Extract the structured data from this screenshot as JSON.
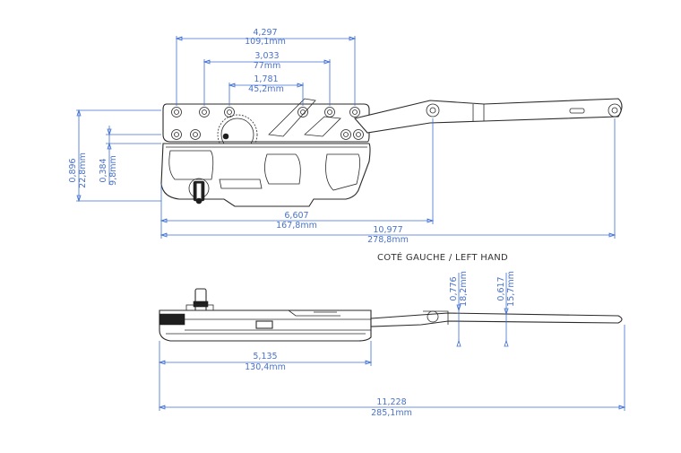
{
  "dimensions": {
    "top_width_in": "4,297",
    "top_width_mm": "109,1mm",
    "mid_width_in": "3,033",
    "mid_width_mm": "77mm",
    "inner_width_in": "1,781",
    "inner_width_mm": "45,2mm",
    "height_in": "0,896",
    "height_mm": "22,8mm",
    "offset_in": "0,384",
    "offset_mm": "9,8mm",
    "body_length_in": "6,607",
    "body_length_mm": "167,8mm",
    "arm_length_in": "10,977",
    "arm_length_mm": "278,8mm",
    "side_height_in": "0,776",
    "side_height_mm": "18,2mm",
    "side_arm_height_in": "0,617",
    "side_arm_height_mm": "15,7mm",
    "side_body_in": "5,135",
    "side_body_mm": "130,4mm",
    "total_length_in": "11,228",
    "total_length_mm": "285,1mm"
  },
  "labels": {
    "hand": "COTÉ GAUCHE / LEFT HAND"
  }
}
